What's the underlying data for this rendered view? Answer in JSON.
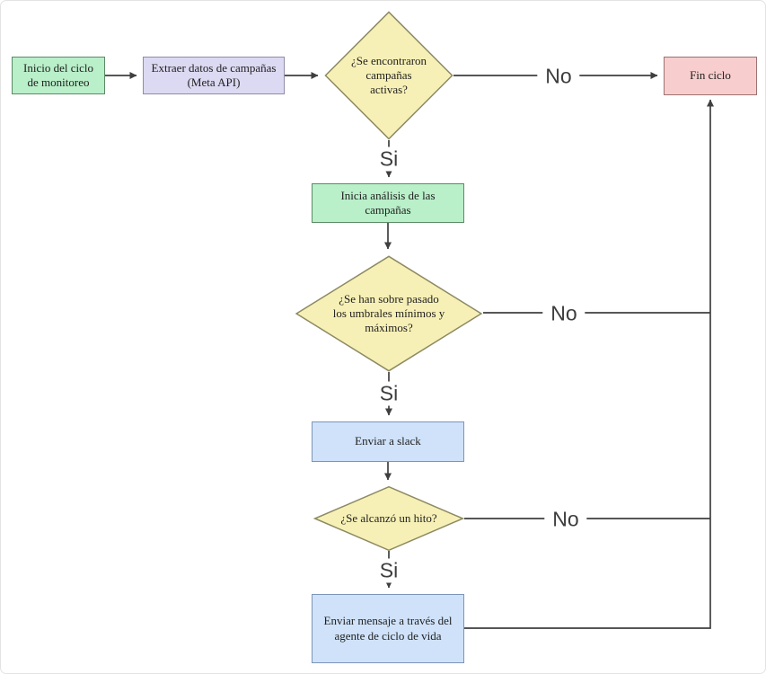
{
  "diagram": {
    "type": "flowchart",
    "language": "es"
  },
  "nodes": {
    "inicio": {
      "label": "Inicio del ciclo de monitoreo",
      "shape": "rectangle",
      "fill": "#b9efc9"
    },
    "extraer": {
      "label": "Extraer datos de campañas (Meta API)",
      "shape": "rectangle",
      "fill": "#dcd9f2"
    },
    "decision_activas": {
      "label": "¿Se encontraron campañas activas?",
      "shape": "diamond",
      "fill": "#f7f0b6"
    },
    "fin_ciclo": {
      "label": "Fin ciclo",
      "shape": "rectangle",
      "fill": "#f8cdcd"
    },
    "inicia_analisis": {
      "label": "Inicia análisis de las campañas",
      "shape": "rectangle",
      "fill": "#b9efc9"
    },
    "decision_umbrales": {
      "label": "¿Se han sobre pasado los umbrales mínimos y máximos?",
      "shape": "diamond",
      "fill": "#f7f0b6"
    },
    "enviar_slack": {
      "label": "Enviar a slack",
      "shape": "rectangle",
      "fill": "#cfe2f9"
    },
    "decision_hito": {
      "label": "¿Se alcanzó un hito?",
      "shape": "diamond",
      "fill": "#f7f0b6"
    },
    "enviar_mensaje": {
      "label": "Enviar mensaje a través del agente de ciclo de vida",
      "shape": "rectangle",
      "fill": "#cfe2f9"
    }
  },
  "edges": {
    "no1": "No",
    "si1": "Si",
    "no2": "No",
    "si2": "Si",
    "no3": "No",
    "si3": "Si"
  },
  "colors": {
    "line": "#3f3f3f",
    "diamond_fill": "#f7f0b6",
    "diamond_border": "#8c8a62",
    "green_fill": "#b9efc9",
    "green_border": "#5c8a66",
    "lavender_fill": "#dcd9f2",
    "lavender_border": "#8f8ca8",
    "pink_fill": "#f8cdcd",
    "pink_border": "#9c7373",
    "blue_fill": "#cfe2f9",
    "blue_border": "#7d94b8"
  }
}
